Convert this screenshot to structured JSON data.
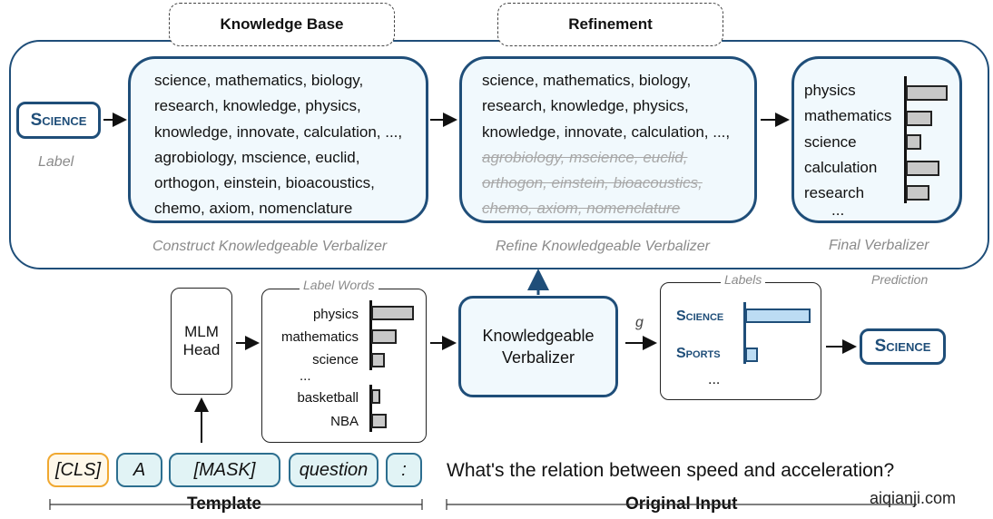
{
  "top": {
    "knowledge_base_title": "Knowledge Base",
    "refinement_title": "Refinement",
    "label_box": "Science",
    "label_caption": "Label",
    "kb_lines": [
      "science, mathematics, biology,",
      "research, knowledge, physics,",
      "knowledge, innovate, calculation, ...,",
      "agrobiology, mscience,  euclid,",
      "orthogon, einstein, bioacoustics,",
      "chemo, axiom, nomenclature"
    ],
    "refined_lines": [
      "science, mathematics, biology,",
      "research, knowledge, physics,",
      "knowledge, innovate, calculation, ...,"
    ],
    "refined_struck_lines": [
      "agrobiology, mscience,  euclid,",
      "orthogon, einstein, bioacoustics,",
      "chemo, axiom, nomenclature"
    ],
    "final_words": [
      "physics",
      "mathematics",
      "science",
      "calculation",
      "research",
      "..."
    ],
    "final_weights": [
      1.0,
      0.64,
      0.36,
      0.8,
      0.56
    ],
    "caption_construct": "Construct Knowledgeable Verbalizer",
    "caption_refine": "Refine Knowledgeable Verbalizer",
    "caption_final": "Final Verbalizer"
  },
  "bottom": {
    "mlm_head": [
      "MLM",
      "Head"
    ],
    "label_words_caption": "Label Words",
    "label_words": [
      "physics",
      "mathematics",
      "science",
      "...",
      "basketball",
      "NBA"
    ],
    "label_word_weights": [
      1.0,
      0.6,
      0.32,
      null,
      0.22,
      0.36
    ],
    "verbalizer": [
      "Knowledgeable",
      "Verbalizer"
    ],
    "g_label": "g",
    "labels_caption": "Labels",
    "prediction_caption": "Prediction",
    "labels": [
      "Science",
      "Sports",
      "..."
    ],
    "label_scores": [
      1.0,
      0.2
    ],
    "output_label": "Science",
    "tokens": [
      "[CLS]",
      "A",
      "[MASK]",
      "question",
      ":"
    ],
    "input_text": "What's the relation between speed and acceleration?",
    "template_label": "Template",
    "original_input_label": "Original Input",
    "watermark": "aiqianji.com"
  },
  "colors": {
    "accent": "#1f4e79",
    "token_border": "#2c6e8f",
    "cls_border": "#f0a830"
  }
}
